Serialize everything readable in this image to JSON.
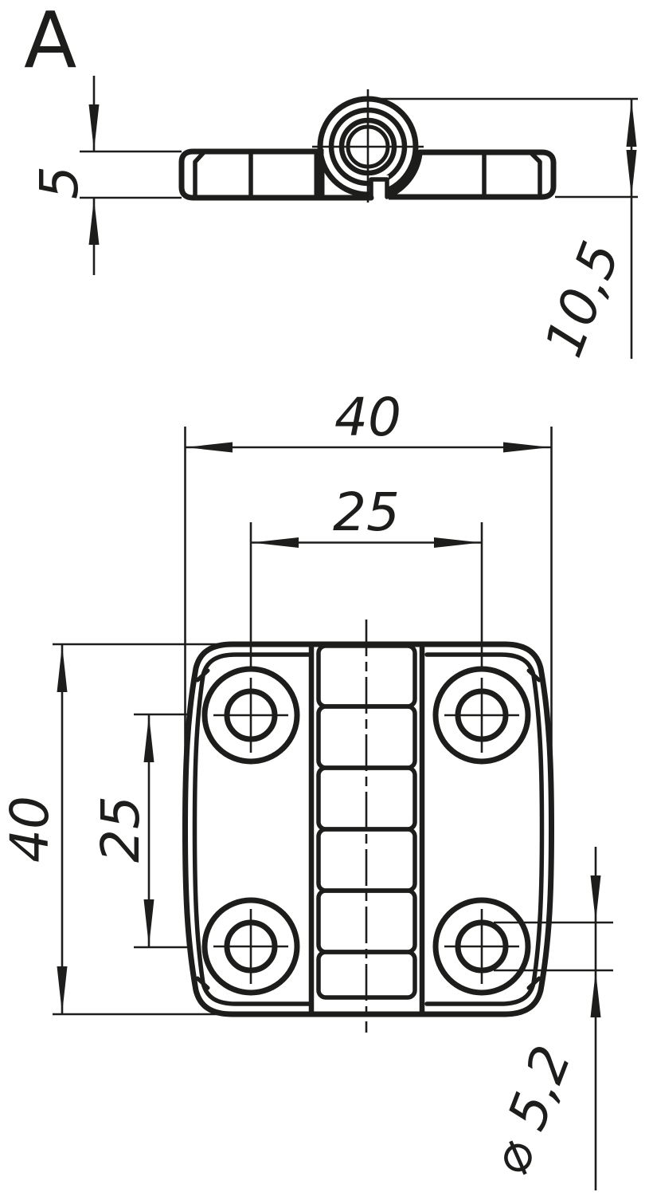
{
  "page": {
    "background_color": "#ffffff",
    "line_color": "#1d1d1b"
  },
  "side_view": {
    "label": "A",
    "dim_thickness": {
      "value": "5"
    },
    "dim_height": {
      "value": "10,5"
    }
  },
  "plan_view": {
    "dim_width": {
      "value": "40"
    },
    "dim_hole_pitch_x": {
      "value": "25"
    },
    "dim_length": {
      "value": "40"
    },
    "dim_hole_pitch_y": {
      "value": "25"
    },
    "dim_hole_diameter": {
      "value": "⌀ 5,2"
    }
  }
}
